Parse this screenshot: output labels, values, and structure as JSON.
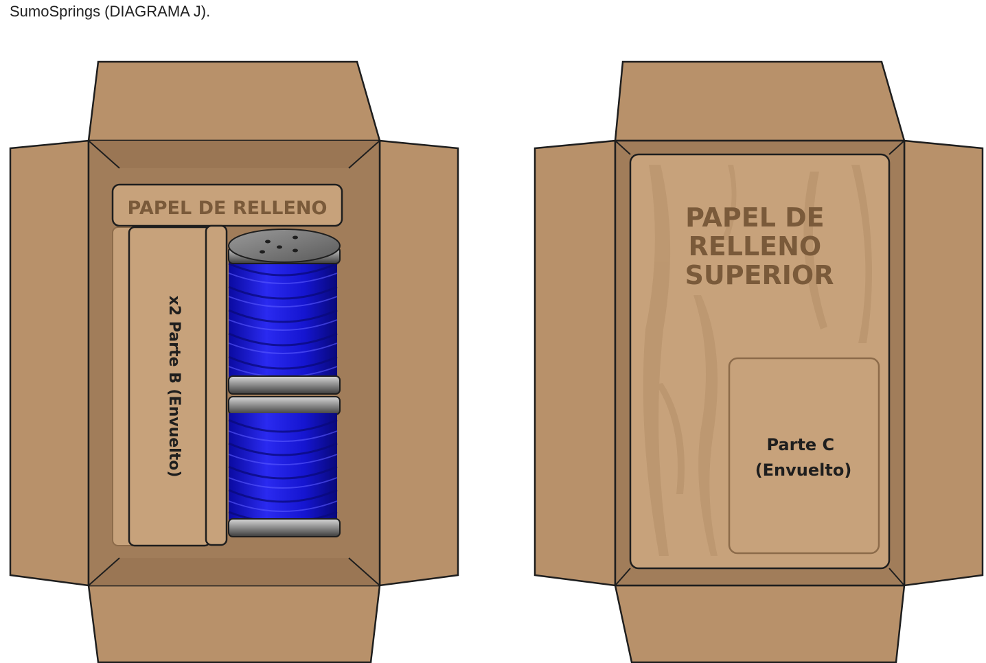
{
  "caption": "SumoSprings (DIAGRAMA J).",
  "left_box": {
    "filler_label": "PAPEL DE RELLENO",
    "part_b_label": "x2 Parte B (Envuelto)"
  },
  "right_box": {
    "top_filler_lines": [
      "PAPEL DE",
      "RELLENO",
      "SUPERIOR"
    ],
    "part_c_lines": [
      "Parte C",
      "(Envuelto)"
    ]
  },
  "colors": {
    "cardboard": "#b8916a",
    "box_interior": "#a17d5a",
    "paper": "#c7a27b",
    "paper_text": "#7a5a3a",
    "spring_blue": "#1a1ad8",
    "steel": "#8a8a8a",
    "outline": "#1e1e1e"
  }
}
